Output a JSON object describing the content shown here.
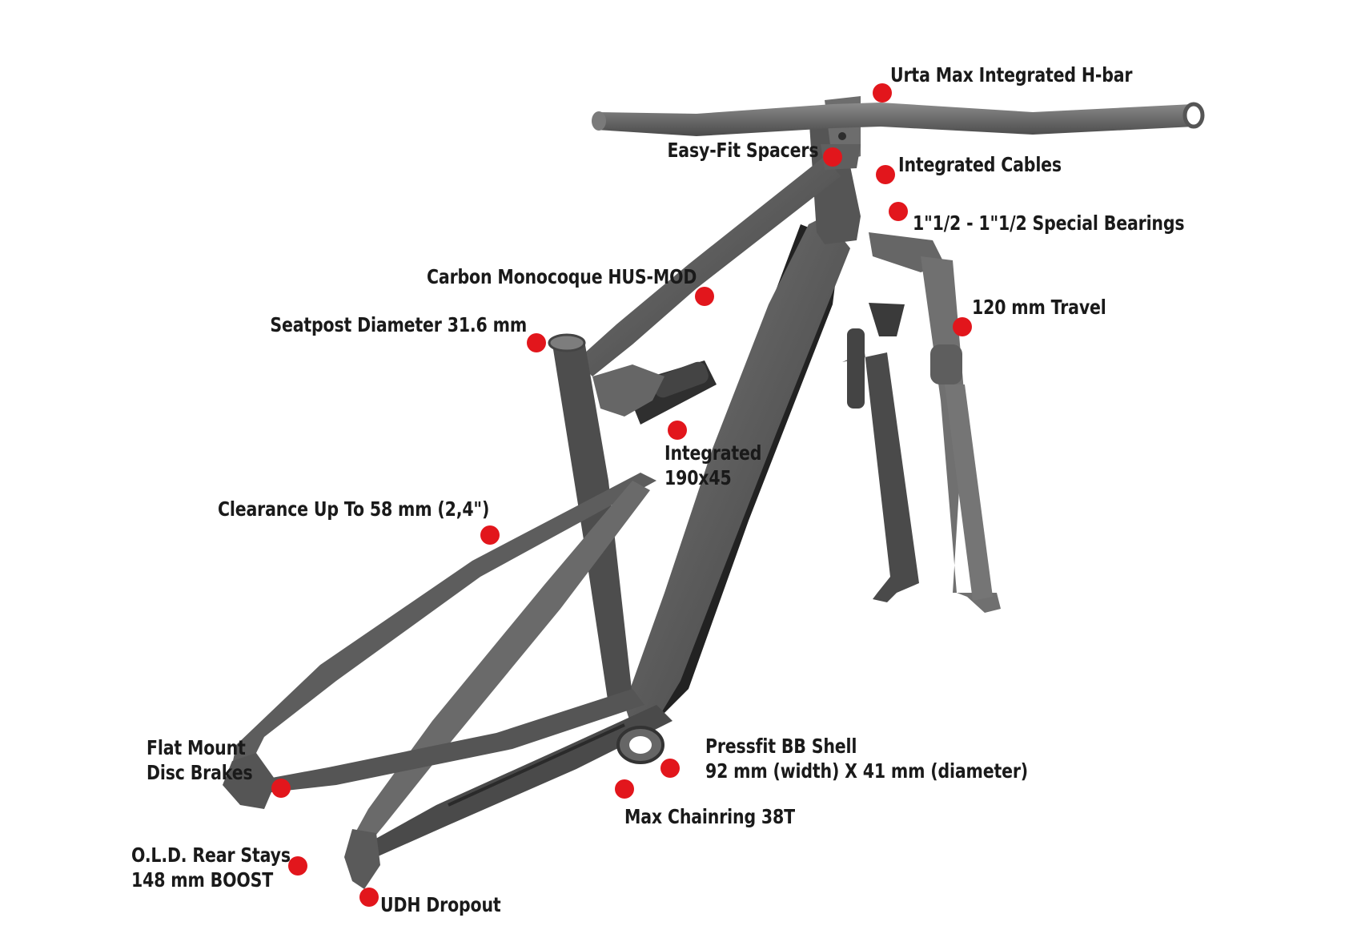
{
  "colors": {
    "background": "#ffffff",
    "frame": "#5b5b5b",
    "frame_dark": "#2e2e2e",
    "frame_light": "#8a8a8a",
    "callout_dot": "#e2161c",
    "label_text": "#1a1a1a"
  },
  "callouts": [
    {
      "id": "h-bar",
      "lines": [
        "Urta Max Integrated H-bar"
      ]
    },
    {
      "id": "spacers",
      "lines": [
        "Easy-Fit Spacers"
      ]
    },
    {
      "id": "cables",
      "lines": [
        "Integrated Cables"
      ]
    },
    {
      "id": "bearings",
      "lines": [
        "1\"1/2 - 1\"1/2 Special Bearings"
      ]
    },
    {
      "id": "monocoque",
      "lines": [
        "Carbon Monocoque HUS-MOD"
      ]
    },
    {
      "id": "travel",
      "lines": [
        "120 mm Travel"
      ]
    },
    {
      "id": "seatpost",
      "lines": [
        "Seatpost Diameter 31.6 mm"
      ]
    },
    {
      "id": "shock",
      "lines": [
        "Integrated",
        "190x45"
      ]
    },
    {
      "id": "clearance",
      "lines": [
        "Clearance Up To 58 mm (2,4\")"
      ]
    },
    {
      "id": "disc-brakes",
      "lines": [
        "Flat Mount",
        "Disc Brakes"
      ]
    },
    {
      "id": "bb-shell",
      "lines": [
        "Pressfit BB Shell",
        "92 mm (width) X 41 mm (diameter)"
      ]
    },
    {
      "id": "chainring",
      "lines": [
        "Max Chainring 38T"
      ]
    },
    {
      "id": "rear-stays",
      "lines": [
        "O.L.D. Rear Stays",
        "148 mm BOOST"
      ]
    },
    {
      "id": "dropout",
      "lines": [
        "UDH Dropout"
      ]
    }
  ]
}
